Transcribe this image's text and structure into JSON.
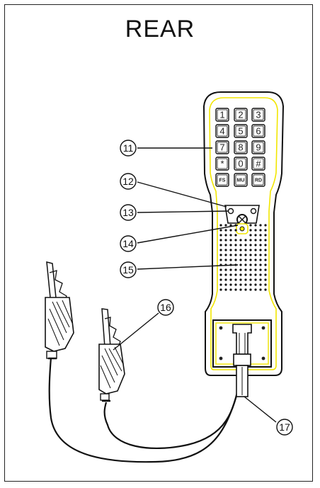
{
  "title": "REAR",
  "keypad": {
    "keys": [
      "1",
      "2",
      "3",
      "4",
      "5",
      "6",
      "7",
      "8",
      "9",
      "*",
      "0",
      "#",
      "FS",
      "MU",
      "RD"
    ]
  },
  "callouts": [
    {
      "id": "11",
      "label": "11"
    },
    {
      "id": "12",
      "label": "12"
    },
    {
      "id": "13",
      "label": "13"
    },
    {
      "id": "14",
      "label": "14"
    },
    {
      "id": "15",
      "label": "15"
    },
    {
      "id": "16",
      "label": "16"
    },
    {
      "id": "17",
      "label": "17"
    }
  ],
  "colors": {
    "outline": "#111111",
    "highlight": "#f2e600",
    "background": "#ffffff"
  }
}
